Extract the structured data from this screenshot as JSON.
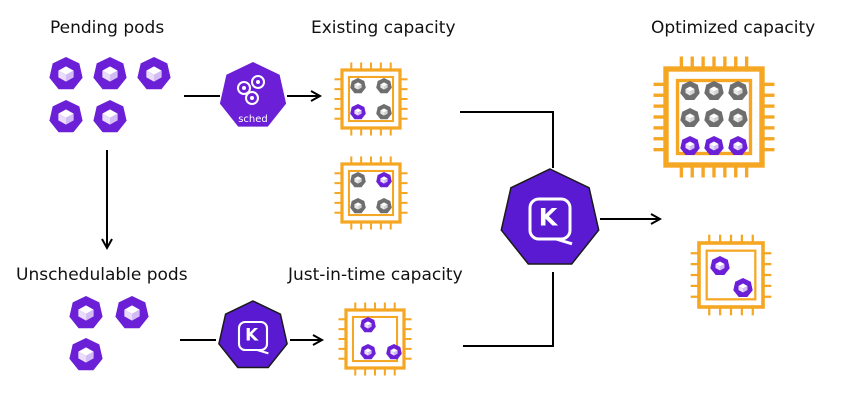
{
  "labels": {
    "pending": "Pending pods",
    "existing": "Existing capacity",
    "optimized": "Optimized capacity",
    "unschedulable": "Unschedulable pods",
    "jit": "Just-in-time capacity"
  },
  "scheduler_text": "sched",
  "karpenter_letter": "K",
  "colors": {
    "pod": "#6b1fd6",
    "pod_gray": "#6e6e6e",
    "chip": "#f5a623",
    "scheduler": "#6b1fd6",
    "karpenter": "#5a1ad1",
    "arrow": "#000000"
  }
}
